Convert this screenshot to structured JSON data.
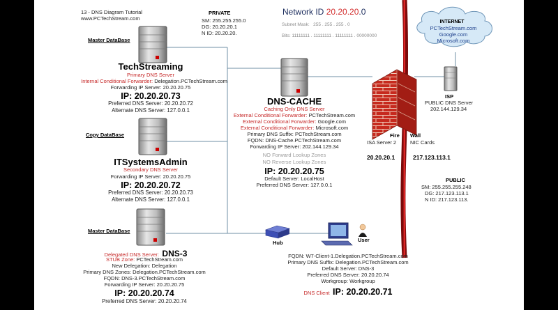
{
  "tutorial": {
    "title": "13 - DNS Diagram Tutorial",
    "site": "www.PCTechStream.com"
  },
  "network_id": {
    "label": "Network ID ",
    "value": "20.20.20",
    "suffix": ".0"
  },
  "subnet": {
    "mask_label": "Subnet Mask:",
    "mask_value": "255 . 255 . 255 . 0",
    "bits": "Bits: 11111111 . 11111111 . 11111111 . 00000000"
  },
  "private": {
    "title": "PRIVATE",
    "sm": "SM: 255.255.255.0",
    "dg": "DG: 20.20.20.1",
    "nid": "N ID: 20.20.20."
  },
  "public": {
    "title": "PUBLIC",
    "sm": "SM: 255.255.255.248",
    "dg": "DG: 217.123.113.1",
    "nid": "N ID: 217.123.113."
  },
  "internet": {
    "title": "INTERNET",
    "lines": [
      "PCTechStream.com",
      "Google.com",
      "Microsoft.com"
    ]
  },
  "isp": {
    "title": "ISP",
    "line1": "PUBLIC DNS Server",
    "line2": "202.144.129.34"
  },
  "firewall": {
    "fire": "Fire",
    "wall": "Wall",
    "isa": "ISA Server 2",
    "nic": "NIC Cards",
    "ip_in": "20.20.20.1",
    "ip_out": "217.123.113.1"
  },
  "techstreaming": {
    "badge": "Master DataBase",
    "name": "TechStreaming",
    "role": "Primary DNS Server",
    "icf_label": "Internal Conditional Forwarder:",
    "icf_value": "Delegation.PCTechStream.com",
    "fwd_label": "Forwarding IP Server:",
    "fwd_value": "20.20.20.75",
    "ip": "IP: 20.20.20.73",
    "pref": "Preferred DNS Server:  20.20.20.72",
    "alt": "Alternate DNS Server:  127.0.0.1"
  },
  "itsystemsadmin": {
    "badge": "Copy DataBase",
    "name": "ITSystemsAdmin",
    "role": "Secondary DNS Server",
    "fwd_label": "Forwarding IP Server:",
    "fwd_value": "20.20.20.75",
    "ip": "IP: 20.20.20.72",
    "pref": "Preferred DNS Server:  20.20.20.73",
    "alt": "Alternate DNS Server:  127.0.0.1"
  },
  "dns3": {
    "badge": "Master DataBase",
    "role": "Delegated DNS Server:",
    "name": "DNS-3",
    "stub_label": "STUB Zone:",
    "stub_value": "PCTechStream.com",
    "deleg_label": "New Delegation:",
    "deleg_value": "Delegation",
    "pz_label": "Primary DNS Zones:",
    "pz_value": "Delegation.PCTechStream.com",
    "fqdn_label": "FQDN:",
    "fqdn_value": "DNS-3.PCTechStream.com",
    "fwd_label": "Forwarding IP Server:",
    "fwd_value": "20.20.20.75",
    "ip": "IP: 20.20.20.74",
    "pref": "Preferred DNS Server:  20.20.20.74"
  },
  "dnscache": {
    "name": "DNS-CACHE",
    "role": "Caching Only DNS Server",
    "ecf1_label": "External Conditional Forwarder:",
    "ecf1_value": "PCTechStream.com",
    "ecf2_label": "External Conditional Forwarder:",
    "ecf2_value": "Google.com",
    "ecf3_label": "External Conditional Forwarder:",
    "ecf3_value": "Microsoft.com",
    "suffix_label": "Primary DNS Suffix:",
    "suffix_value": "PCTechStream.com",
    "fqdn_label": "FQDN:",
    "fqdn_value": "DNS-Cache.PCTechStream.com",
    "fwd_label": "Forwarding IP Server:",
    "fwd_value": "202.144.129.34",
    "nofwd": "NO Forward Lookup Zones",
    "norev": "NO Reverse Lookup Zones",
    "ip": "IP: 20.20.20.75",
    "def_label": "Default Server:",
    "def_value": "LocalHost",
    "pref": "Preferred DNS Server:  127.0.0.1"
  },
  "client": {
    "hub": "Hub",
    "user": "User",
    "fqdn_label": "FQDN:",
    "fqdn_value": "W7-Client-1.Delegation.PCTechStream.com",
    "suffix_label": "Primary DNS Suffix:",
    "suffix_value": "Delegation.PCTechStream.com",
    "def_label": "Default Server:",
    "def_value": "DNS-3",
    "pref": "Preferred DNS Server:  20.20.20.74",
    "wg_label": "Workgroup:",
    "wg_value": "Workgroup",
    "role": "DNS Client",
    "ip": "IP: 20.20.20.71"
  }
}
